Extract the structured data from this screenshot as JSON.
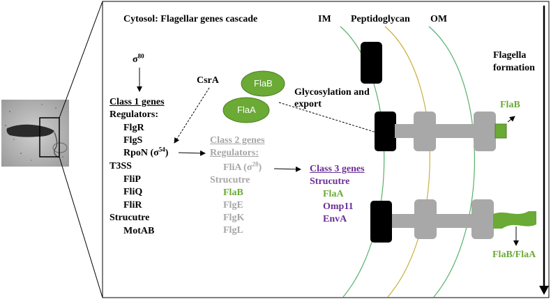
{
  "header": {
    "cytosol_title": "Cytosol: Flagellar genes cascade",
    "im": "IM",
    "peptidoglycan": "Peptidoglycan",
    "om": "OM",
    "flagella_formation_line1": "Flagella",
    "flagella_formation_line2": "formation"
  },
  "sigma80": {
    "base": "σ",
    "sup": "80"
  },
  "class1": {
    "title": "Class 1 genes",
    "regulators_label": "Regulators:",
    "regulators": [
      "FlgR",
      "FlgS"
    ],
    "rpon_base": "RpoN (σ",
    "rpon_sup": "54",
    "rpon_end": ")",
    "t3ss_label": "T3SS",
    "t3ss": [
      "FliP",
      "FliQ",
      "FliR"
    ],
    "structure_label": "Strucutre",
    "structure": [
      "MotAB"
    ]
  },
  "csra": "CsrA",
  "class2": {
    "title": "Class 2 genes",
    "regulators_label": "Regulators:",
    "flia_base": "FliA (σ",
    "flia_sup": "28",
    "flia_end": ")",
    "structure_label": "Strucutre",
    "flab": "FlaB",
    "structure_gray": [
      "FlgE",
      "FlgK",
      "FlgL"
    ]
  },
  "class3": {
    "title": "Class 3 genes",
    "structure_label": "Strucutre",
    "flaa": "FlaA",
    "others": [
      "Omp11",
      "EnvA"
    ]
  },
  "ovals": {
    "flab": "FlaB",
    "flaa": "FlaA"
  },
  "glycosylation_line1": "Glycosylation and",
  "glycosylation_line2": "export",
  "flab_label": "FlaB",
  "flab_flaa_label": "FlaB/FlaA",
  "colors": {
    "green": "#6aaa35",
    "green_dark": "#4f7f26",
    "purple": "#6a2e96",
    "gray_text": "#a6a6a6",
    "hook_gray": "#a8a8a8",
    "im_line": "#55b06c",
    "pg_line": "#c9b03c",
    "om_line": "#55b06c"
  }
}
